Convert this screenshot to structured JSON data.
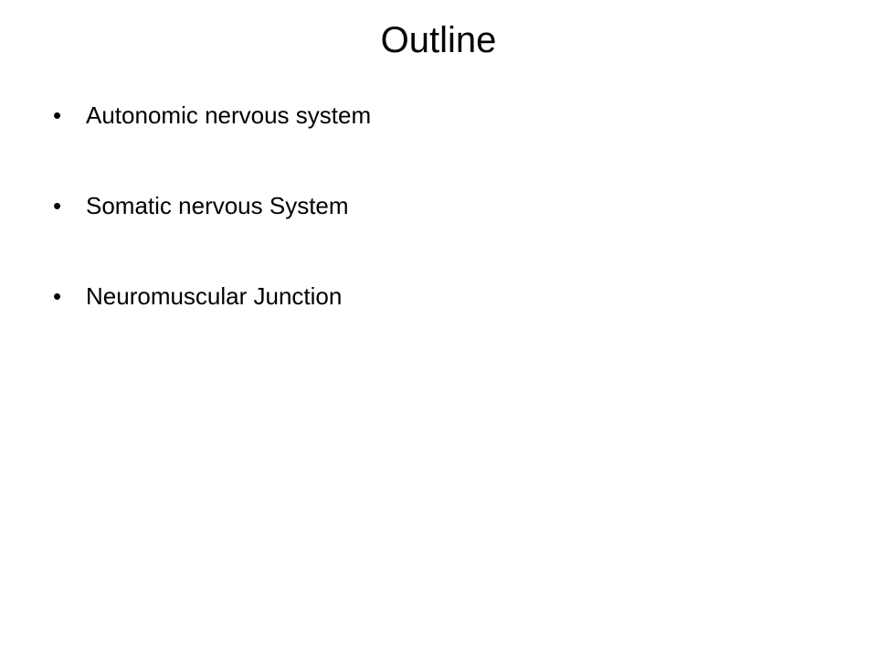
{
  "slide": {
    "title": "Outline",
    "bullet_glyph": "•",
    "bullets": [
      "Autonomic nervous system",
      "Somatic nervous System",
      "Neuromuscular Junction"
    ]
  }
}
